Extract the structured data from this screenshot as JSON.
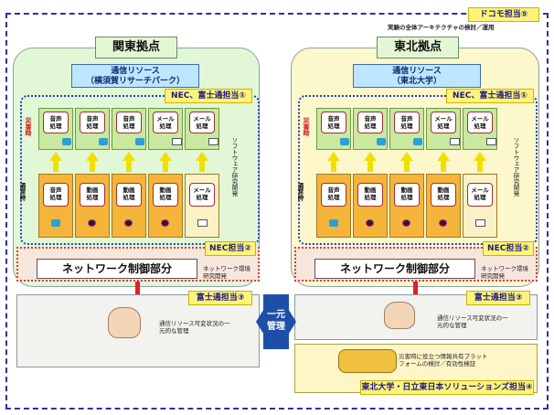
{
  "docomo": "ドコモ担当⑤",
  "docomo_sub": "実験の全体アーキテクチャの検討／運用",
  "center": {
    "line1": "一元",
    "line2": "管理"
  },
  "left": {
    "title": "関東拠点",
    "resource_line1": "通信リソース",
    "resource_line2": "（横須賀リサーチパーク）",
    "nec_fujitsu": "NEC、富士通担当①",
    "disaster": "災害時",
    "normal": "通常時",
    "software_dev": "ソフトウェア研究開発",
    "top_procs": [
      "音声\n処理",
      "音声\n処理",
      "音声\n処理",
      "メール\n処理",
      "メール\n処理"
    ],
    "bottom_procs": [
      "音声\n処理",
      "動画\n処理",
      "動画\n処理",
      "動画\n処理",
      "メール\n処理"
    ],
    "nec2": "NEC担当②",
    "network": "ネットワーク制御部分",
    "network_note": "ネットワーク環境\n研究開発",
    "fujitsu3": "富士通担当③",
    "mgmt": "通信リソース可変状況の一\n元的な管理"
  },
  "right": {
    "title": "東北拠点",
    "resource_line1": "通信リソース",
    "resource_line2": "（東北大学）",
    "nec_fujitsu": "NEC、富士通担当①",
    "disaster": "災害時",
    "normal": "通常時",
    "software_dev": "ソフトウェア研究開発",
    "top_procs": [
      "音声\n処理",
      "音声\n処理",
      "音声\n処理",
      "メール\n処理",
      "メール\n処理"
    ],
    "bottom_procs": [
      "音声\n処理",
      "動画\n処理",
      "動画\n処理",
      "動画\n処理",
      "メール\n処理"
    ],
    "nec2": "NEC担当②",
    "network": "ネットワーク制御部分",
    "network_note": "ネットワーク環境\n研究開発",
    "fujitsu3": "富士通担当③",
    "mgmt": "通信リソース可変状況の一\n元的な管理",
    "info_share": "災害時に役立つ情報共有プラット\nフォームの検討／有効性検証",
    "tohoku4": "東北大学・日立東日本ソリューションズ担当④"
  },
  "colors": {
    "accent_yellow": "#fff37a",
    "nec_blue": "#2040c0",
    "net_red": "#d04040"
  }
}
